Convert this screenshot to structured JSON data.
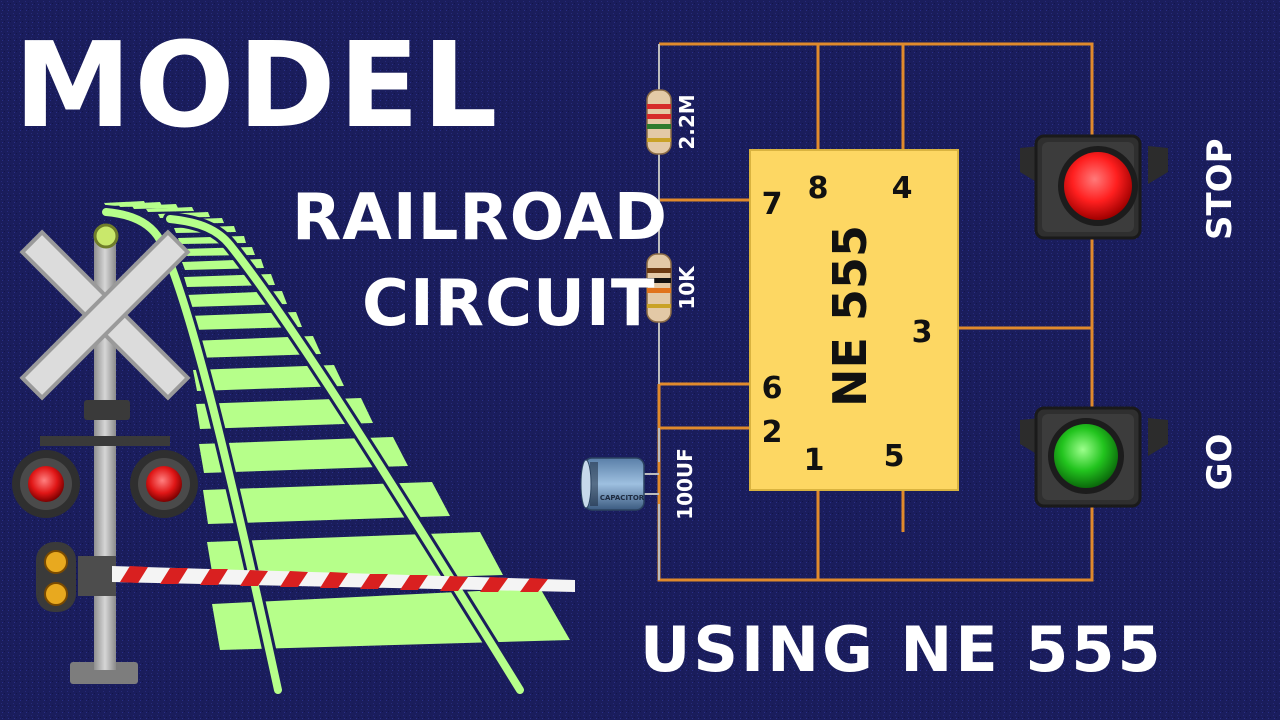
{
  "title": {
    "main": "MODEL",
    "line1": "RAILROAD",
    "line2": "CIRCUIT",
    "footer": "USING NE 555"
  },
  "chip": {
    "label": "NE 555",
    "pins": {
      "p1": "1",
      "p2": "2",
      "p3": "3",
      "p4": "4",
      "p5": "5",
      "p6": "6",
      "p7": "7",
      "p8": "8"
    }
  },
  "components": {
    "r1": "2.2M",
    "r2": "10K",
    "cap": "100UF",
    "cap_print": "CAPACITOR"
  },
  "signals": {
    "stop": "STOP",
    "go": "GO"
  },
  "colors": {
    "background": "#1a1d5c",
    "wire": "#e08a2c",
    "chip": "#fdd763",
    "track": "#b6ff8a",
    "stop_light": "#ff1f1f",
    "go_light": "#22c41e"
  }
}
